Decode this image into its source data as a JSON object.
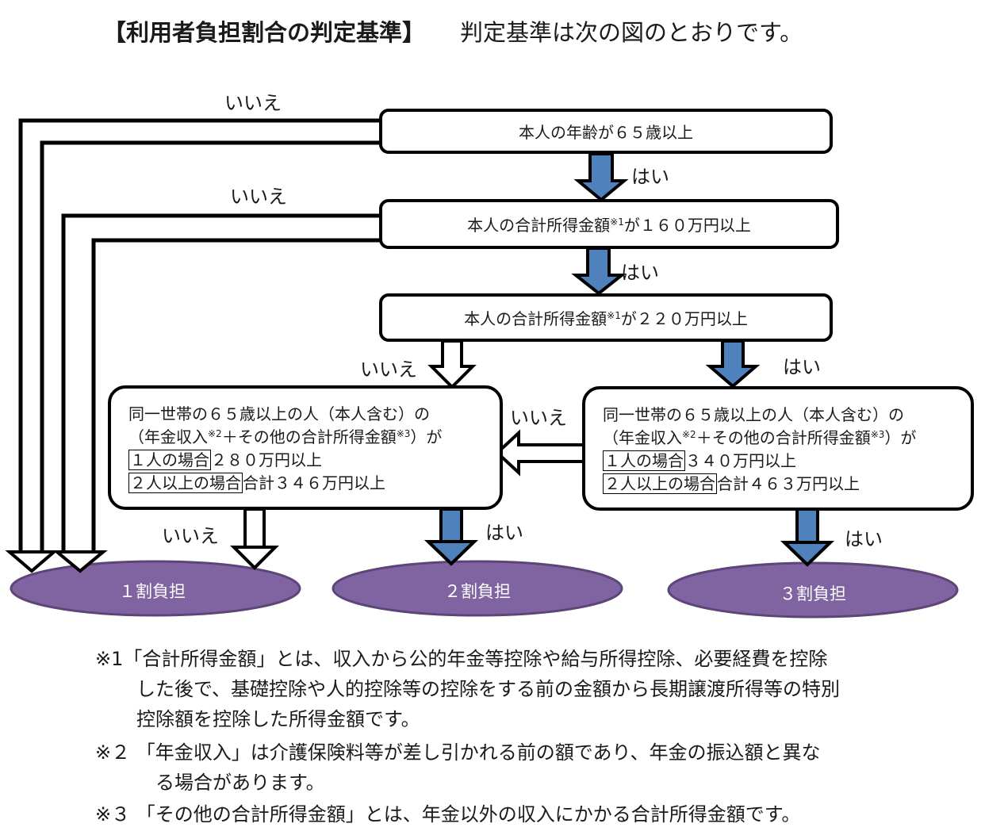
{
  "header": {
    "title": "【利用者負担割合の判定基準】",
    "note": "判定基準は次の図のとおりです。"
  },
  "colors": {
    "yes_arrow": "#4f81bd",
    "no_arrow": "#ffffff",
    "result_fill": "#8064a2",
    "result_border": "#5c4677",
    "stroke": "#000000"
  },
  "flowchart": {
    "q1": {
      "text": "本人の年齢が６５歳以上"
    },
    "q2": {
      "text_before": "本人の合計所得金額",
      "ref": "※1",
      "text_after": "が１６０万円以上"
    },
    "q3": {
      "text_before": "本人の合計所得金額",
      "ref": "※1",
      "text_after": "が２２０万円以上"
    },
    "q4_left": {
      "line1": "同一世帯の６５歳以上の人（本人含む）の",
      "line2_a": "（年金収入",
      "line2_ref1": "※2",
      "line2_b": "＋その他の合計所得金額",
      "line2_ref2": "※3",
      "line2_c": "）が",
      "single_label": "１人の場合",
      "single_value": "２８０万円以上",
      "multi_label": "２人以上の場合",
      "multi_value": "合計３４６万円以上"
    },
    "q4_right": {
      "line1": "同一世帯の６５歳以上の人（本人含む）の",
      "line2_a": "（年金収入",
      "line2_ref1": "※2",
      "line2_b": "＋その他の合計所得金額",
      "line2_ref2": "※3",
      "line2_c": "）が",
      "single_label": "１人の場合",
      "single_value": "３４０万円以上",
      "multi_label": "２人以上の場合",
      "multi_value": "合計４６３万円以上"
    },
    "labels": {
      "no": "いいえ",
      "yes": "はい"
    },
    "results": [
      {
        "label": "１割負担"
      },
      {
        "label": "２割負担"
      },
      {
        "label": "３割負担"
      }
    ]
  },
  "notes": [
    {
      "marker": "※1",
      "lines": [
        "「合計所得金額」とは、収入から公的年金等控除や給与所得控除、必要経費を控除",
        "した後で、基礎控除や人的控除等の控除をする前の金額から長期譲渡所得等の特別",
        "控除額を控除した所得金額です。"
      ]
    },
    {
      "marker": "※２",
      "lines": [
        "「年金収入」は介護保険料等が差し引かれる前の額であり、年金の振込額と異な",
        "る場合があります。"
      ]
    },
    {
      "marker": "※３",
      "lines": [
        "「その他の合計所得金額」とは、年金以外の収入にかかる合計所得金額です。"
      ]
    }
  ]
}
